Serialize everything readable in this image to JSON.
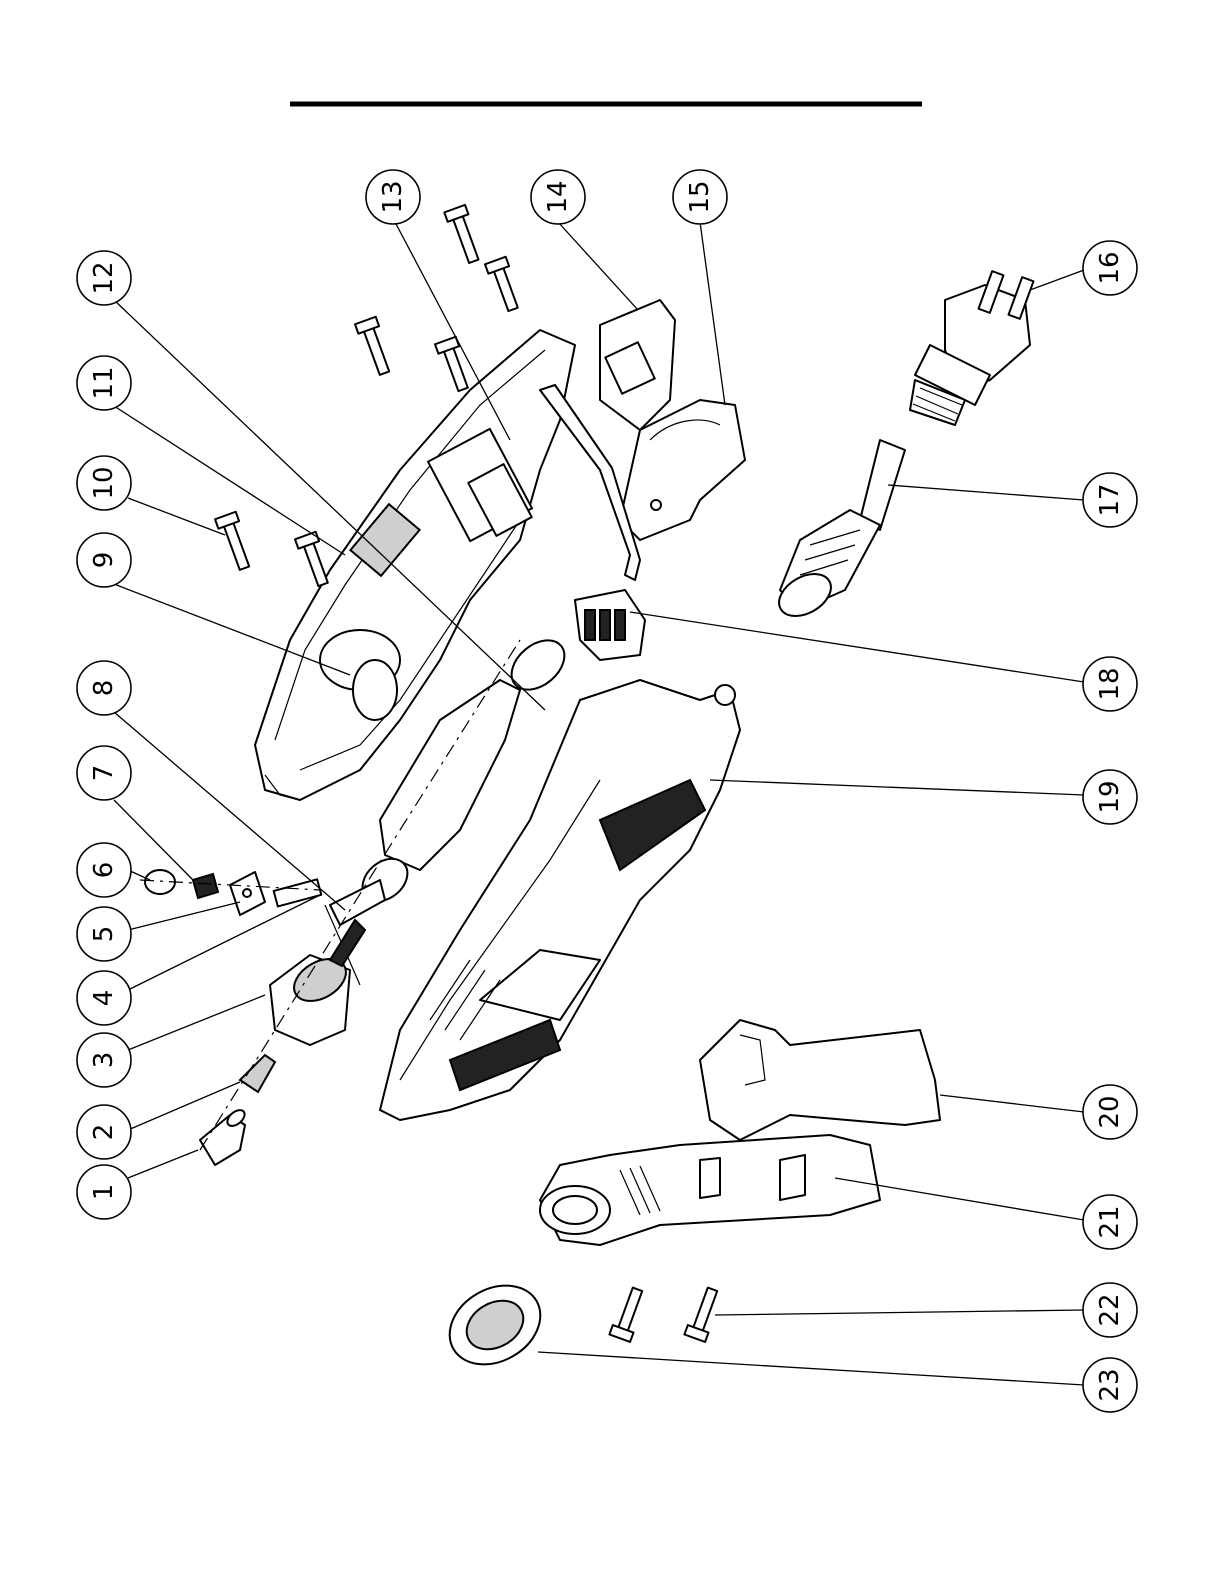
{
  "header": {
    "rule_color": "#000000"
  },
  "callouts": [
    {
      "label": "1"
    },
    {
      "label": "2"
    },
    {
      "label": "3"
    },
    {
      "label": "4"
    },
    {
      "label": "5"
    },
    {
      "label": "6"
    },
    {
      "label": "7"
    },
    {
      "label": "8"
    },
    {
      "label": "9"
    },
    {
      "label": "10"
    },
    {
      "label": "11"
    },
    {
      "label": "12"
    },
    {
      "label": "13"
    },
    {
      "label": "14"
    },
    {
      "label": "15"
    },
    {
      "label": "16"
    },
    {
      "label": "17"
    },
    {
      "label": "18"
    },
    {
      "label": "19"
    },
    {
      "label": "20"
    },
    {
      "label": "21"
    },
    {
      "label": "22"
    },
    {
      "label": "23"
    }
  ]
}
